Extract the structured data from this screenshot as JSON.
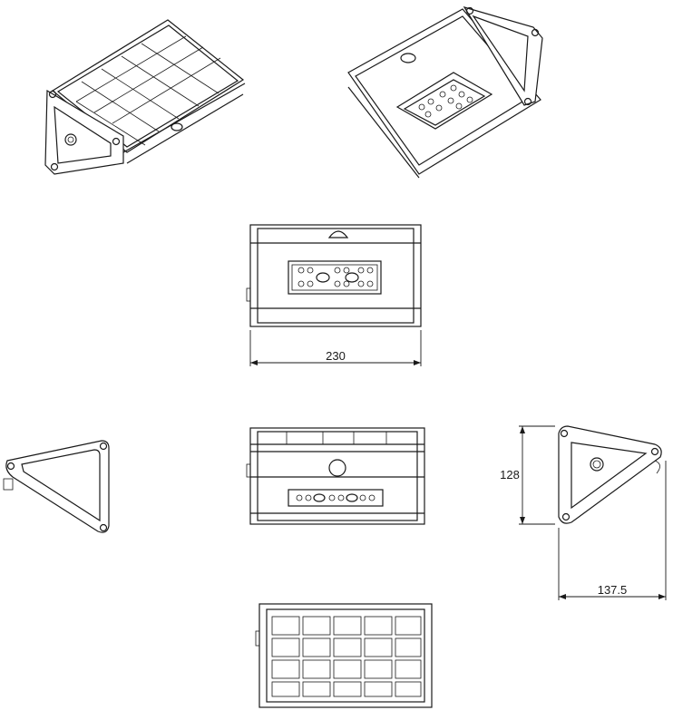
{
  "dimensions": {
    "width": "230",
    "height": "128",
    "depth": "137.5"
  }
}
